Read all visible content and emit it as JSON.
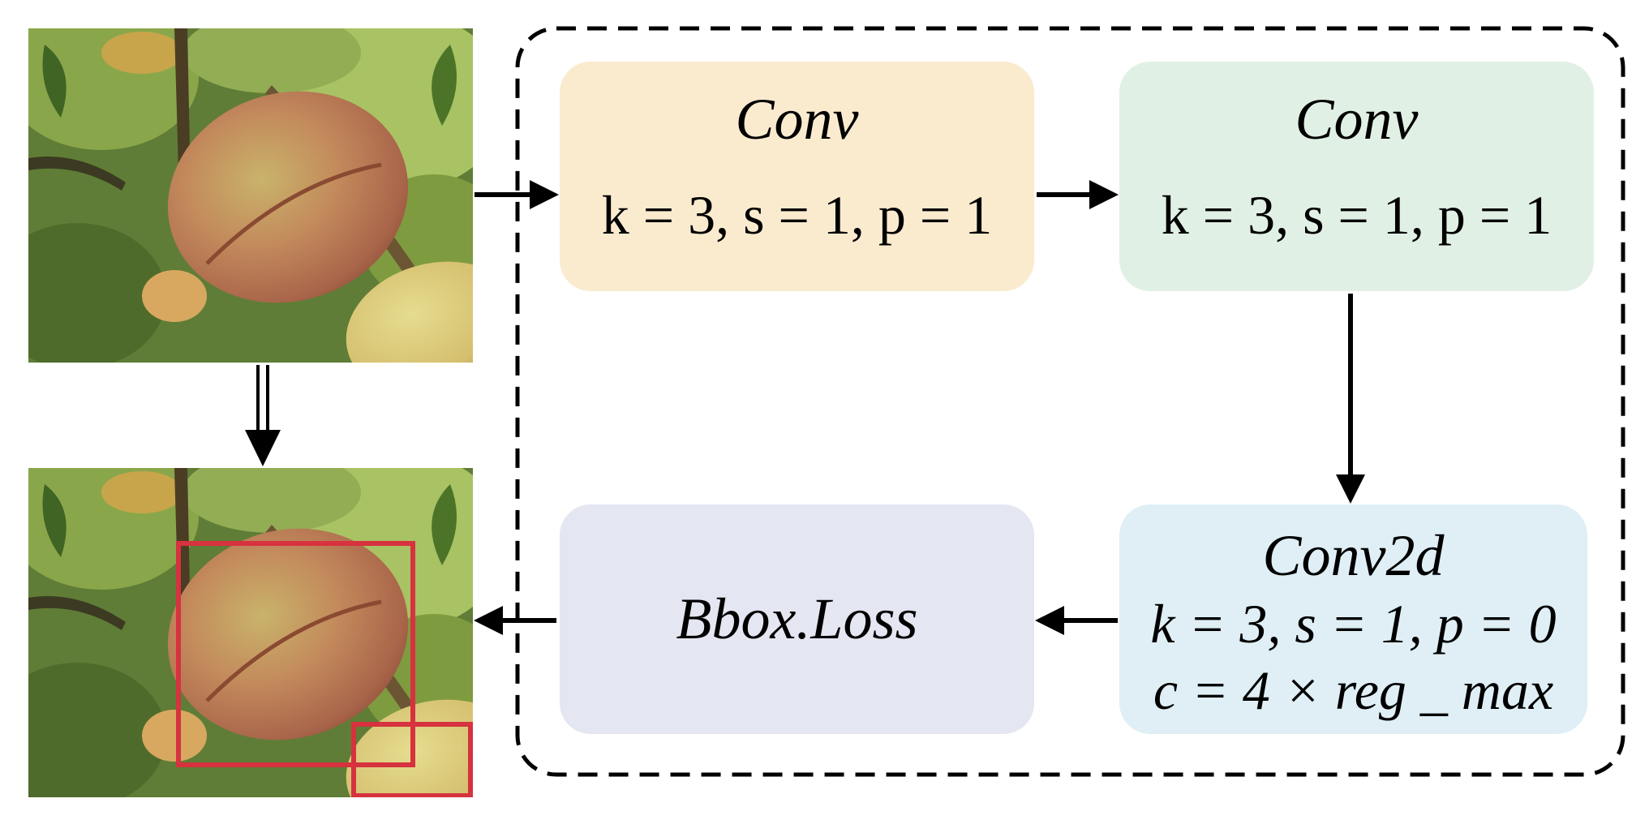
{
  "diagram": {
    "conv1": {
      "title": "Conv",
      "params": "k = 3, s = 1, p = 1"
    },
    "conv2": {
      "title": "Conv",
      "params": "k = 3, s = 1, p = 1"
    },
    "conv2d": {
      "title": "Conv2d",
      "params": "k = 3, s = 1, p = 0",
      "channels": "c = 4 × reg _ max"
    },
    "bbox": {
      "title": "Bbox.Loss"
    }
  },
  "colors": {
    "conv1_fill": "#faebcf",
    "conv2_fill": "#e1f0e4",
    "conv2d_fill": "#dfeff5",
    "bbox_fill": "#e4e6f1",
    "detection_box": "#d6323f",
    "arrow": "#000000"
  },
  "images": {
    "input": "peach-on-branch",
    "output": "peach-with-detection-boxes"
  }
}
